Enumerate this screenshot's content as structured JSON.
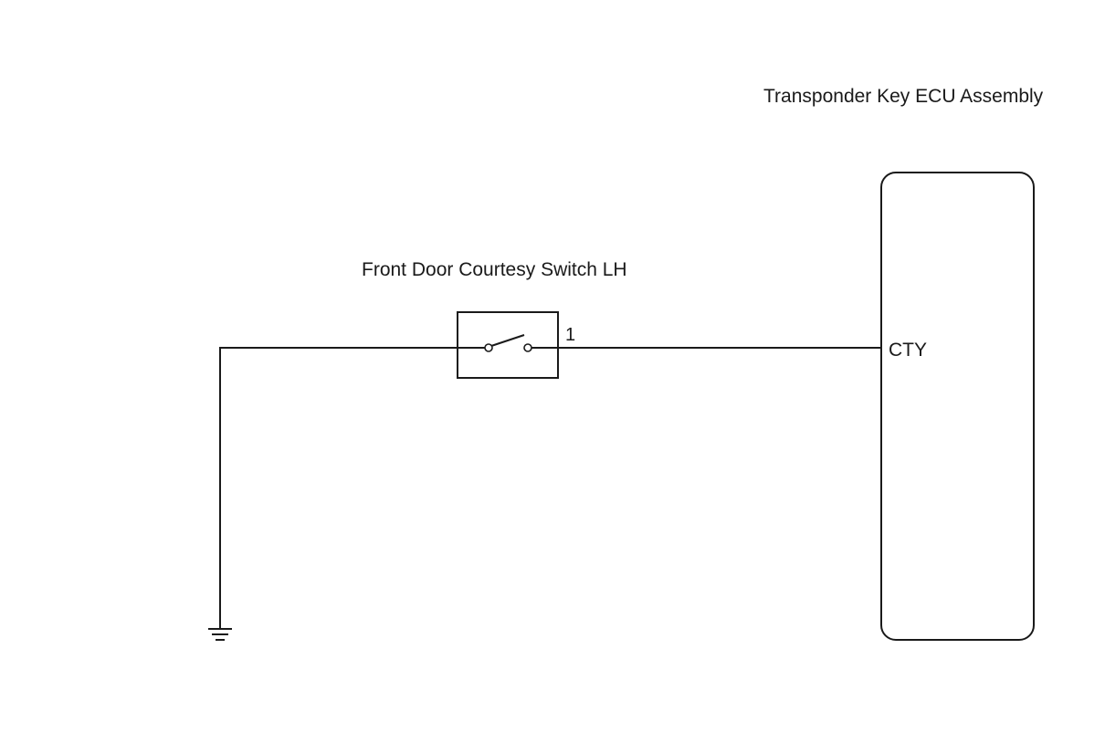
{
  "components": {
    "ecu": {
      "name": "Transponder Key  ECU Assembly",
      "terminal": "CTY"
    },
    "switch": {
      "name": "Front Door Courtesy Switch LH",
      "pin": "1"
    }
  },
  "colors": {
    "line": "#1a1a1a",
    "background": "#ffffff"
  }
}
